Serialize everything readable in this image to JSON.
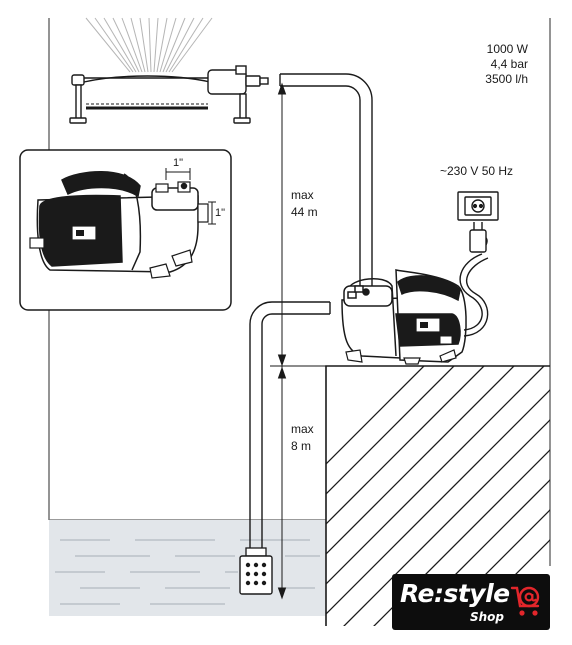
{
  "specs": {
    "power": "1000 W",
    "pressure": "4,4 bar",
    "flow": "3500 l/h"
  },
  "electrical": {
    "supply": "~230 V  50 Hz"
  },
  "heights": {
    "delivery_max_label": "max",
    "delivery_max_value": "44 m",
    "suction_max_label": "max",
    "suction_max_value": "8 m"
  },
  "connection_detail": {
    "outlet_thread": "1\"",
    "inlet_thread": "1\""
  },
  "logo": {
    "brand": "Re:style",
    "sub": "Shop",
    "accent_color": "#e3262b"
  },
  "colors": {
    "line": "#1a1a1a",
    "water": "#dfe3e7",
    "wall": "#8a8a8a"
  }
}
